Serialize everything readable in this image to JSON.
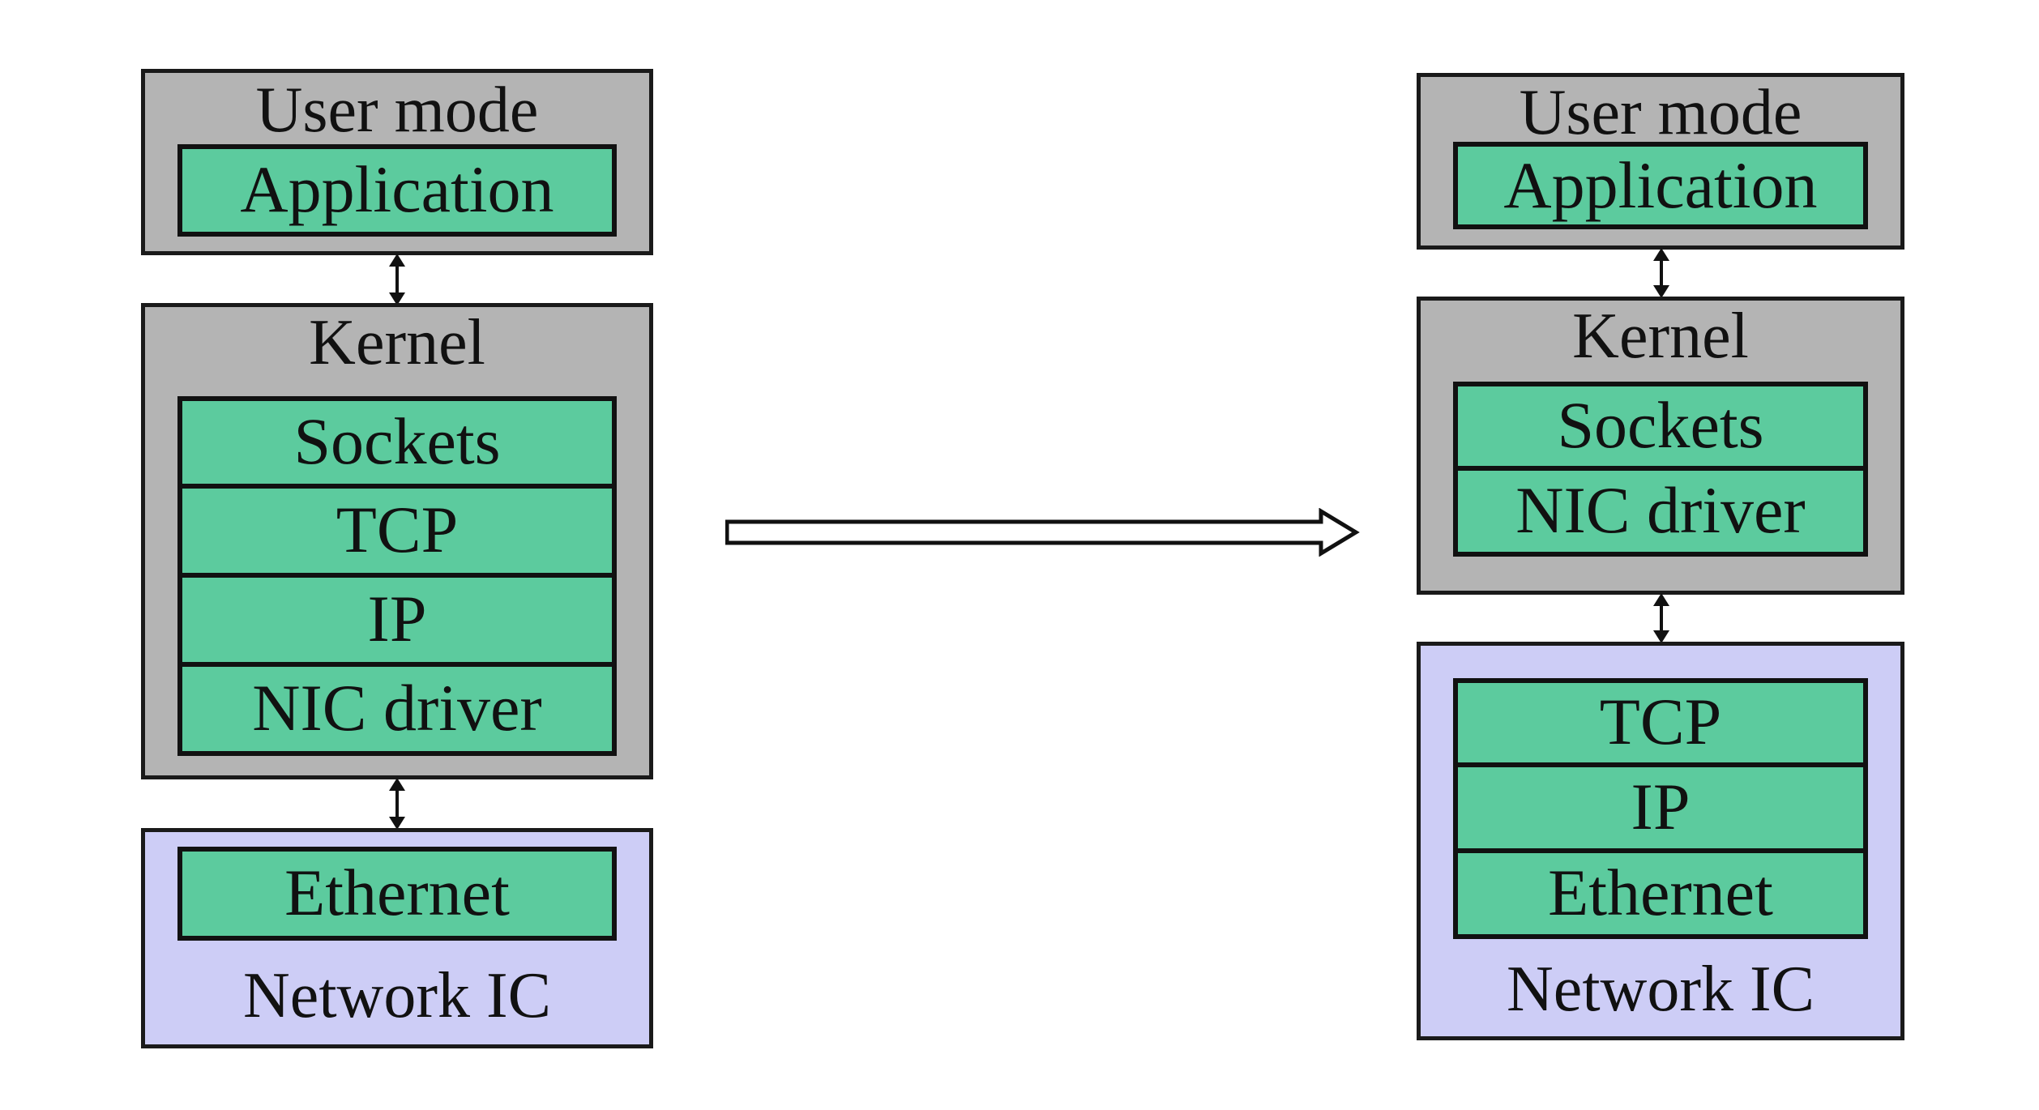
{
  "left_stack": {
    "user_mode": {
      "title": "User mode",
      "layers": [
        "Application"
      ]
    },
    "kernel": {
      "title": "Kernel",
      "layers": [
        "Sockets",
        "TCP",
        "IP",
        "NIC driver"
      ]
    },
    "network_ic": {
      "title": "Network IC",
      "layers": [
        "Ethernet"
      ]
    }
  },
  "right_stack": {
    "user_mode": {
      "title": "User mode",
      "layers": [
        "Application"
      ]
    },
    "kernel": {
      "title": "Kernel",
      "layers": [
        "Sockets",
        "NIC driver"
      ]
    },
    "network_ic": {
      "title": "Network IC",
      "layers": [
        "TCP",
        "IP",
        "Ethernet"
      ]
    }
  },
  "colors": {
    "layer_fill": "#5ccb9e",
    "host_panel_fill": "#b4b4b4",
    "network_ic_fill": "#cdcdf6",
    "border": "#111111"
  }
}
